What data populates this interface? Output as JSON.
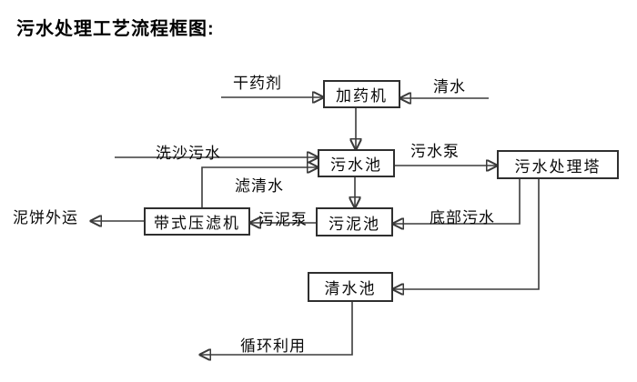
{
  "title": "污水处理工艺流程框图:",
  "colors": {
    "background": "#ffffff",
    "line": "#3b3b3b",
    "box_border": "#2f2f2f",
    "text": "#0a0a0a"
  },
  "nodes": [
    {
      "id": "dosing-machine",
      "label": "加药机"
    },
    {
      "id": "sewage-pool",
      "label": "污水池"
    },
    {
      "id": "treatment-tower",
      "label": "污水处理塔"
    },
    {
      "id": "belt-filter-press",
      "label": "带式压滤机"
    },
    {
      "id": "sludge-pool",
      "label": "污泥池"
    },
    {
      "id": "clean-water-pool",
      "label": "清水池"
    }
  ],
  "edge_labels": [
    {
      "id": "dry-chemical",
      "label": "干药剂"
    },
    {
      "id": "clean-water",
      "label": "清水"
    },
    {
      "id": "sand-washing-sewage",
      "label": "洗沙污水"
    },
    {
      "id": "filtered-water",
      "label": "滤清水"
    },
    {
      "id": "sewage-pump",
      "label": "污水泵"
    },
    {
      "id": "sludge-pump",
      "label": "污泥泵"
    },
    {
      "id": "bottom-sewage",
      "label": "底部污水"
    },
    {
      "id": "mud-cake-outbound",
      "label": "泥饼外运"
    },
    {
      "id": "recycling",
      "label": "循环利用"
    }
  ]
}
